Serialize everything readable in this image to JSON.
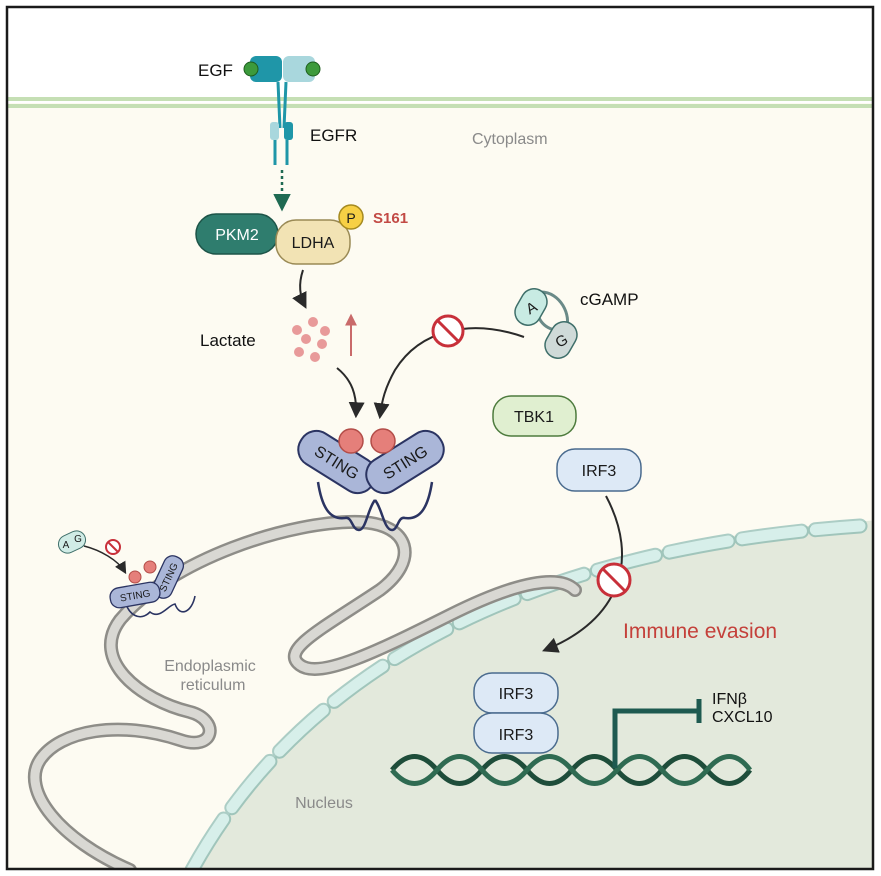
{
  "labels": {
    "egf": "EGF",
    "egfr": "EGFR",
    "cytoplasm": "Cytoplasm",
    "pkm2": "PKM2",
    "ldha": "LDHA",
    "phospho": "P",
    "site": "S161",
    "lactate": "Lactate",
    "cgamp": "cGAMP",
    "cgamp_a": "A",
    "cgamp_g": "G",
    "tbk1": "TBK1",
    "irf3_cyto": "IRF3",
    "sting_left": "STING",
    "sting_right": "STING",
    "inset_a": "A",
    "inset_g": "G",
    "inset_sting_1": "STING",
    "inset_sting_2": "STING",
    "er_line1": "Endoplasmic",
    "er_line2": "reticulum",
    "immune_evasion": "Immune evasion",
    "irf3_top": "IRF3",
    "irf3_bottom": "IRF3",
    "ifnb": "IFNβ",
    "cxcl10": "CXCL10",
    "nucleus": "Nucleus"
  },
  "colors": {
    "cytoplasm_bg": "#fdfbf2",
    "membrane": "#c5dfb4",
    "nucleus_bg": "#e3e9dc",
    "envelope": "#d4ece8",
    "er": "#bcbbb6",
    "pkm2": "#2f7d6e",
    "ldha": "#f2e3b4",
    "phospho": "#f7d045",
    "site_text": "#c24a45",
    "lactate_dot": "#e89a9a",
    "up_arrow": "#c96a6a",
    "tbk1": "#e0efd0",
    "irf3": "#dde9f6",
    "sting": "#aab6d8",
    "sting_ball": "#e57f7a",
    "inhibit": "#c8303a",
    "immune_evasion_text": "#c4403a",
    "dna_dark": "#1e4d3a",
    "dna_light": "#5a8f6e",
    "promoter": "#1e5a50",
    "egfr": "#2aa0b0"
  }
}
